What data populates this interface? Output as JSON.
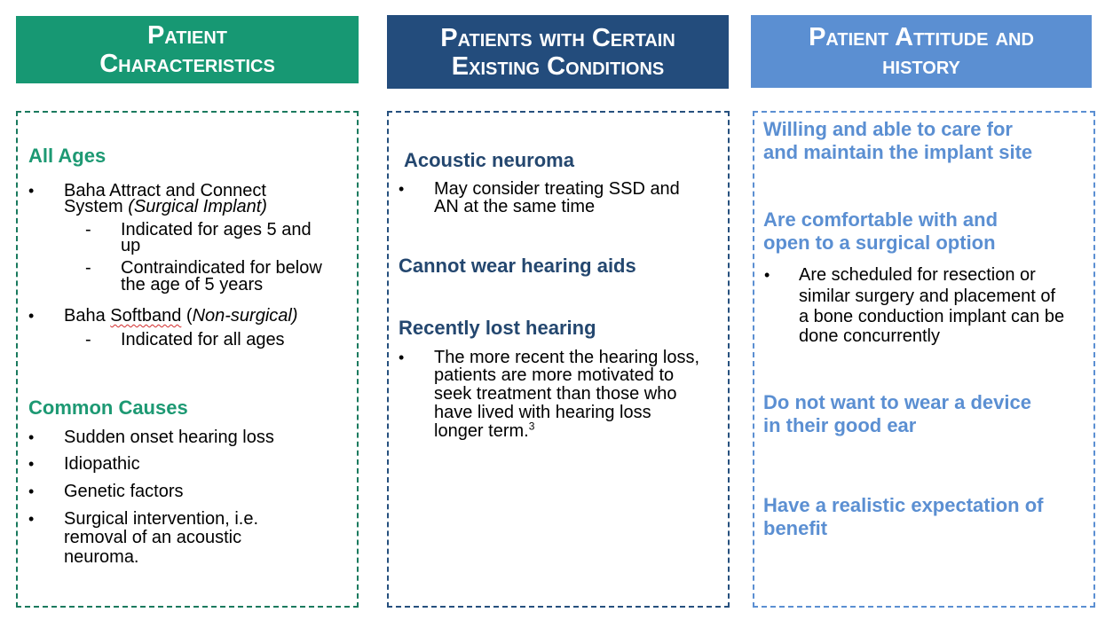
{
  "headers": {
    "characteristics": [
      "Patient",
      "Characteristics"
    ],
    "conditions": [
      "Patients with Certain",
      "Existing Conditions"
    ],
    "attitude": [
      "Patient Attitude and",
      "history"
    ]
  },
  "column1": {
    "all_ages_title": "All Ages",
    "item1_line1": "Baha Attract and Connect",
    "item1_line2a": "System ",
    "item1_line2b": "(Surgical Implant)",
    "sub1_line1": "Indicated for ages 5 and",
    "sub1_line2": "up",
    "sub2_line1": "Contraindicated for below",
    "sub2_line2": "the age of 5 years",
    "item2_a": "Baha ",
    "item2_b": "Softband",
    "item2_c": " (",
    "item2_d": "Non-surgical)",
    "sub3": "Indicated for all ages",
    "causes_title": "Common Causes",
    "cause1": "Sudden onset hearing loss",
    "cause2": "Idiopathic",
    "cause3": "Genetic factors",
    "cause4_line1": "Surgical intervention, i.e.",
    "cause4_line2": "removal of an acoustic",
    "cause4_line3": "neuroma."
  },
  "column2": {
    "acoustic_title": "Acoustic neuroma",
    "acoustic_line1": "May consider treating SSD and",
    "acoustic_line2": "AN at the same time",
    "aids_title": "Cannot wear hearing aids",
    "lost_title": "Recently lost hearing",
    "lost_line1": "The more recent the hearing loss,",
    "lost_line2": "patients are more motivated to",
    "lost_line3": "seek treatment than those who",
    "lost_line4": "have lived with hearing loss",
    "lost_line5": "longer term.",
    "lost_sup": "3"
  },
  "column3": {
    "care_line1": "Willing and able to care for",
    "care_line2": "and maintain the implant site",
    "surgical_line1": "Are comfortable with and",
    "surgical_line2": "open to a surgical option",
    "scheduled_line1": "Are scheduled for resection or",
    "scheduled_line2": "similar surgery and placement of",
    "scheduled_line3": "a bone conduction implant can be",
    "scheduled_line4": "done concurrently",
    "device_line1": "Do not want to wear a device",
    "device_line2": "in their good ear",
    "expect_line1": "Have a realistic expectation of",
    "expect_line2": "benefit"
  },
  "glyphs": {
    "bullet": "•",
    "dash": "-"
  },
  "colors": {
    "green": "#179873",
    "navy": "#234c7c",
    "blue": "#5b8fd2"
  }
}
